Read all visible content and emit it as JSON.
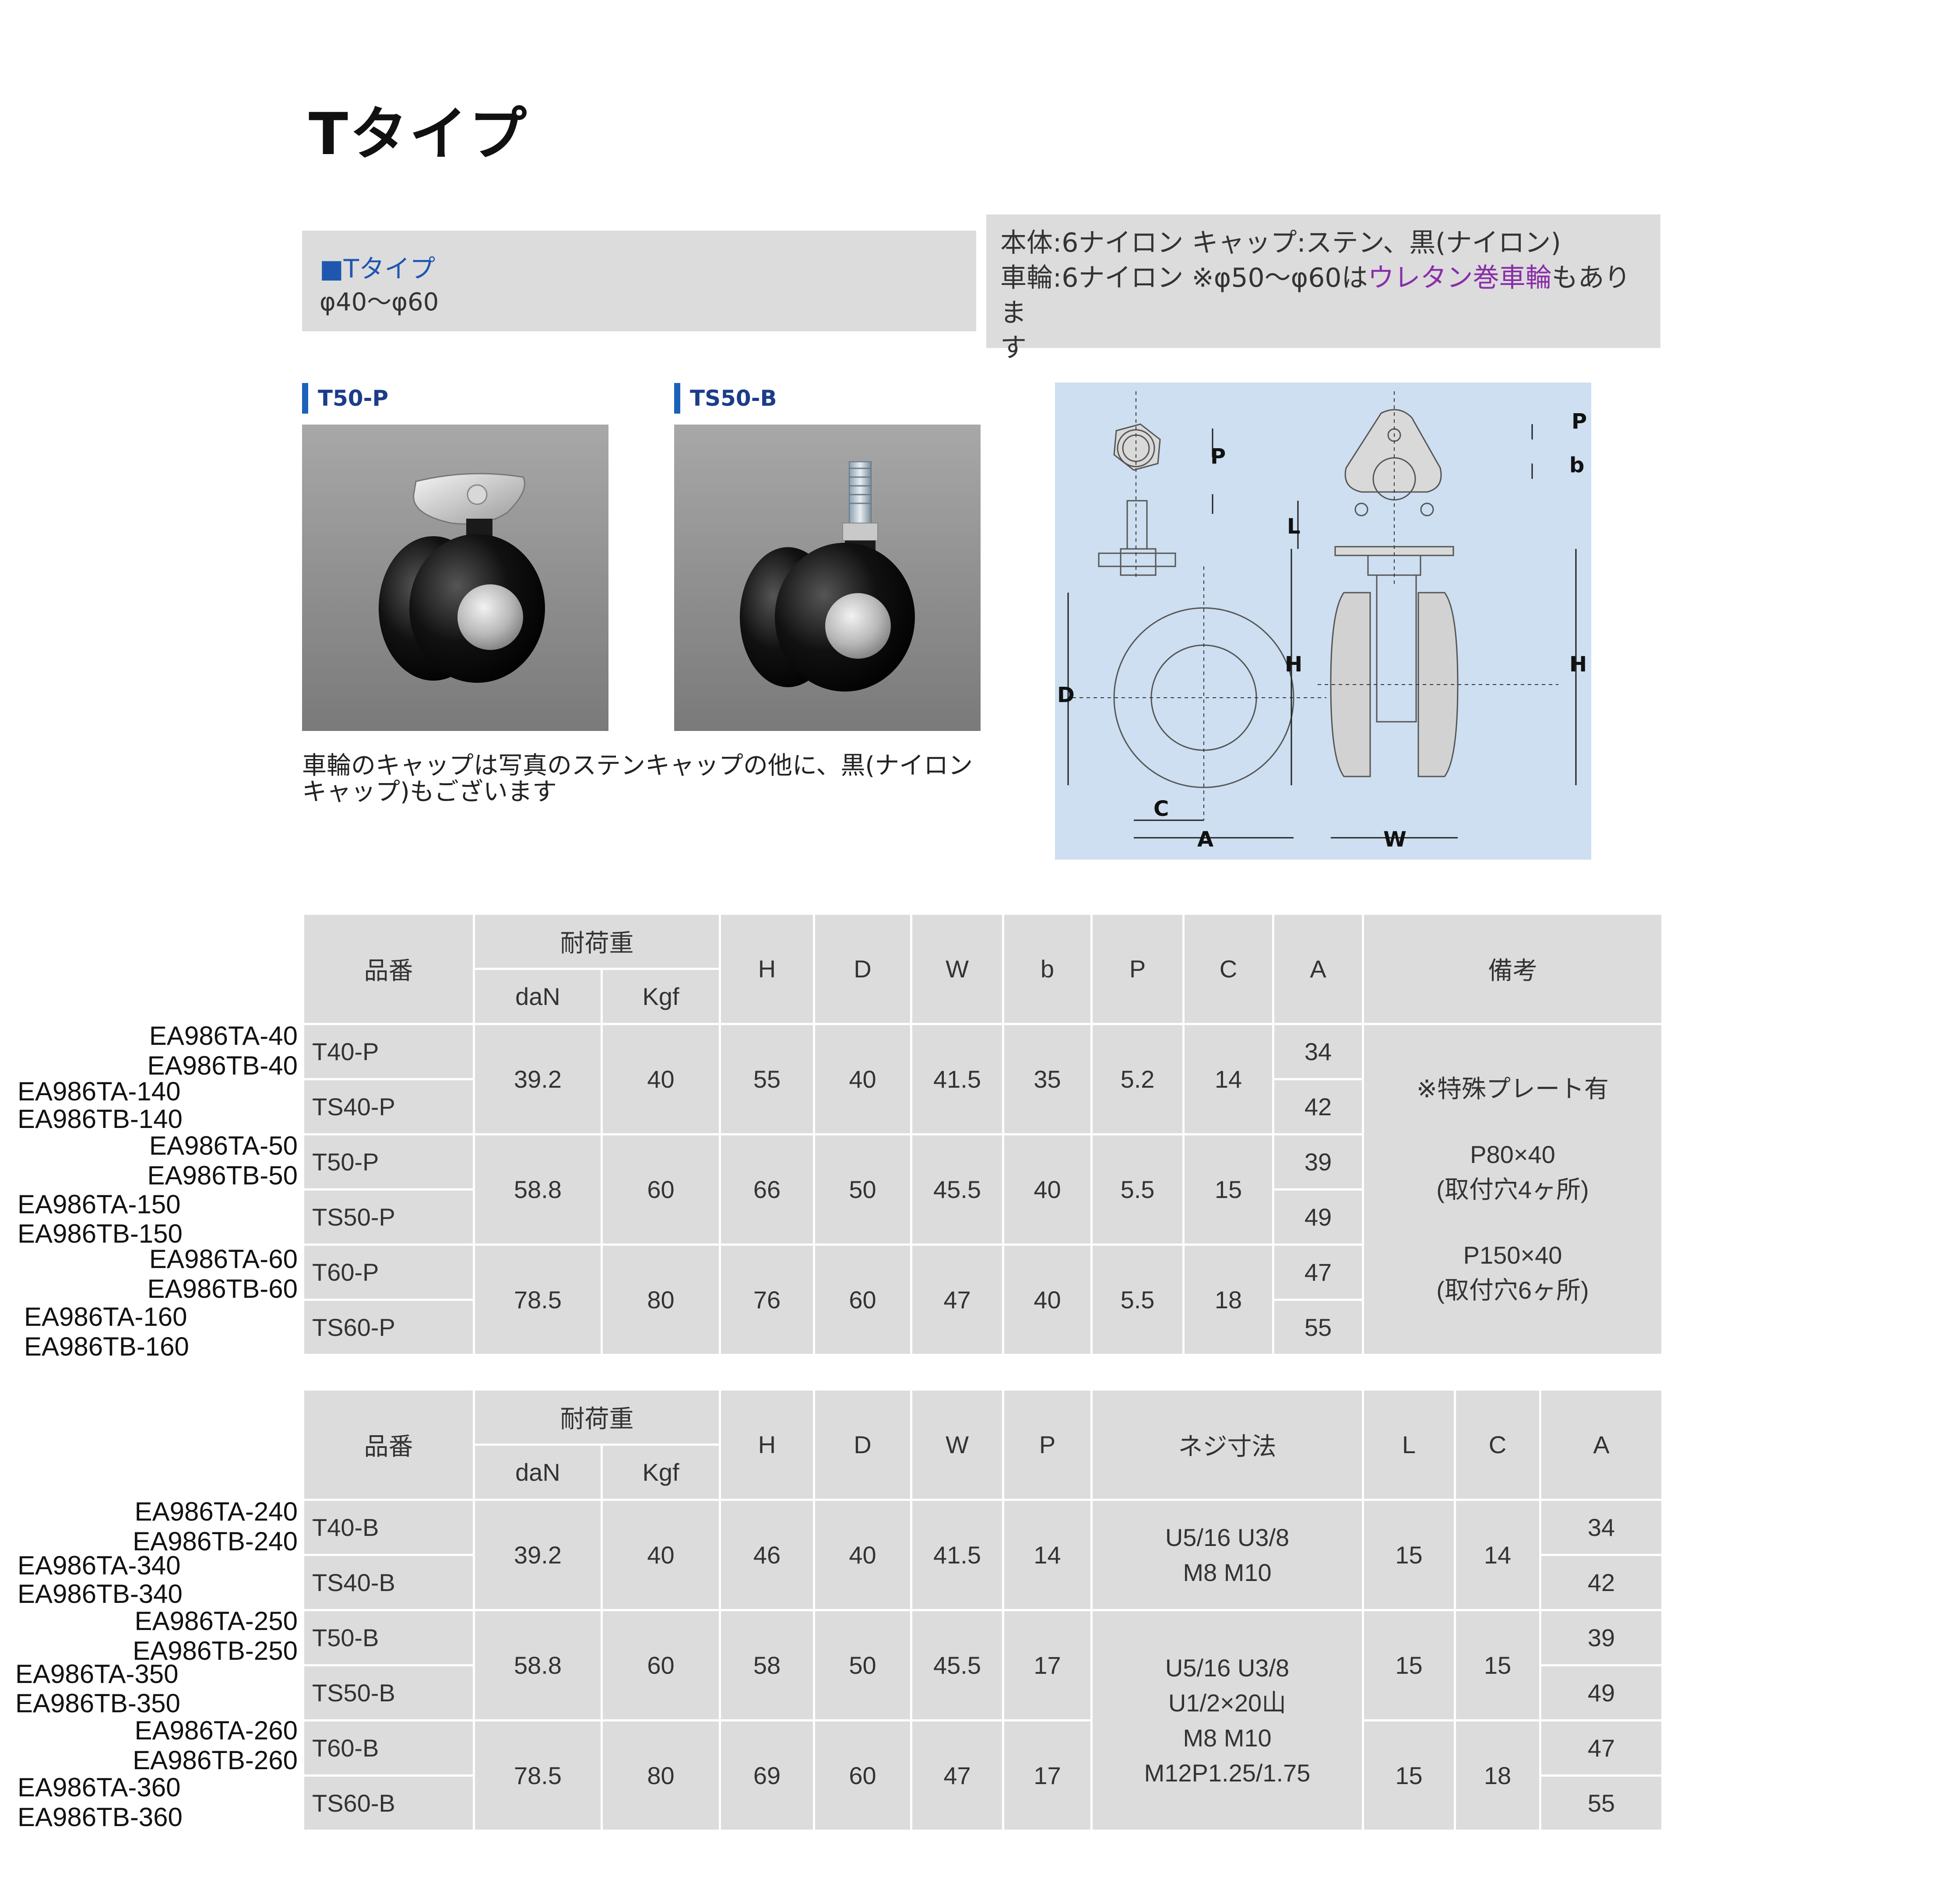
{
  "title": "Tタイプ",
  "info_left": {
    "title": "■Tタイプ",
    "subtitle": "φ40〜φ60"
  },
  "info_right": {
    "line1": "本体:6ナイロン キャップ:ステン、黒(ナイロン)",
    "line2_a": "車輪:6ナイロン ※φ50〜φ60は",
    "line2_link": "ウレタン巻車輪",
    "line2_b": "もありま",
    "line3": "す"
  },
  "photos": [
    {
      "label": "T50-P",
      "icon": "caster-plate-photo"
    },
    {
      "label": "TS50-B",
      "icon": "caster-bolt-brake-photo"
    }
  ],
  "photo_caption": {
    "line1": "車輪のキャップは写真のステンキャップの他に、黒(ナイロン",
    "line2": "キャップ)もございます"
  },
  "diagram": {
    "labels": {
      "P": "P",
      "b": "b",
      "L": "L",
      "H": "H",
      "D": "D",
      "C": "C",
      "A": "A",
      "W": "W"
    }
  },
  "table1": {
    "headers": {
      "part": "品番",
      "load": "耐荷重",
      "dan": "daN",
      "kgf": "Kgf",
      "H": "H",
      "D": "D",
      "W": "W",
      "b": "b",
      "P": "P",
      "C": "C",
      "A": "A",
      "notes": "備考"
    },
    "groups": [
      {
        "models": [
          "T40-P",
          "TS40-P"
        ],
        "dan": "39.2",
        "kgf": "40",
        "H": "55",
        "D": "40",
        "W": "41.5",
        "b": "35",
        "P": "5.2",
        "C": "14",
        "A": [
          "34",
          "42"
        ]
      },
      {
        "models": [
          "T50-P",
          "TS50-P"
        ],
        "dan": "58.8",
        "kgf": "60",
        "H": "66",
        "D": "50",
        "W": "45.5",
        "b": "40",
        "P": "5.5",
        "C": "15",
        "A": [
          "39",
          "49"
        ]
      },
      {
        "models": [
          "T60-P",
          "TS60-P"
        ],
        "dan": "78.5",
        "kgf": "80",
        "H": "76",
        "D": "60",
        "W": "47",
        "b": "40",
        "P": "5.5",
        "C": "18",
        "A": [
          "47",
          "55"
        ]
      }
    ],
    "notes": {
      "n1": "※特殊プレート有",
      "n2": "P80×40",
      "n3": "(取付穴4ヶ所)",
      "n4": "P150×40",
      "n5": "(取付穴6ヶ所)"
    },
    "part_numbers": [
      "EA986TA-40",
      "EA986TB-40",
      "EA986TA-140",
      "EA986TB-140",
      "EA986TA-50",
      "EA986TB-50",
      "EA986TA-150",
      "EA986TB-150",
      "EA986TA-60",
      "EA986TB-60",
      "EA986TA-160",
      "EA986TB-160"
    ]
  },
  "table2": {
    "headers": {
      "part": "品番",
      "load": "耐荷重",
      "dan": "daN",
      "kgf": "Kgf",
      "H": "H",
      "D": "D",
      "W": "W",
      "P": "P",
      "thread": "ネジ寸法",
      "L": "L",
      "C": "C",
      "A": "A"
    },
    "groups": [
      {
        "models": [
          "T40-B",
          "TS40-B"
        ],
        "dan": "39.2",
        "kgf": "40",
        "H": "46",
        "D": "40",
        "W": "41.5",
        "P": "14",
        "L": "15",
        "C": "14",
        "A": [
          "34",
          "42"
        ]
      },
      {
        "models": [
          "T50-B",
          "TS50-B"
        ],
        "dan": "58.8",
        "kgf": "60",
        "H": "58",
        "D": "50",
        "W": "45.5",
        "P": "17",
        "L": "15",
        "C": "15",
        "A": [
          "39",
          "49"
        ]
      },
      {
        "models": [
          "T60-B",
          "TS60-B"
        ],
        "dan": "78.5",
        "kgf": "80",
        "H": "69",
        "D": "60",
        "W": "47",
        "P": "17",
        "L": "15",
        "C": "18",
        "A": [
          "47",
          "55"
        ]
      }
    ],
    "thread": {
      "g1_l1": "U5/16 U3/8",
      "g1_l2": "M8 M10",
      "g2_l1": "U5/16 U3/8",
      "g2_l2": "U1/2×20山",
      "g2_l3": "M8 M10",
      "g2_l4": "M12P1.25/1.75"
    },
    "part_numbers": [
      "EA986TA-240",
      "EA986TB-240",
      "EA986TA-340",
      "EA986TB-340",
      "EA986TA-250",
      "EA986TB-250",
      "EA986TA-350",
      "EA986TB-350",
      "EA986TA-260",
      "EA986TB-260",
      "EA986TA-360",
      "EA986TB-360"
    ]
  }
}
